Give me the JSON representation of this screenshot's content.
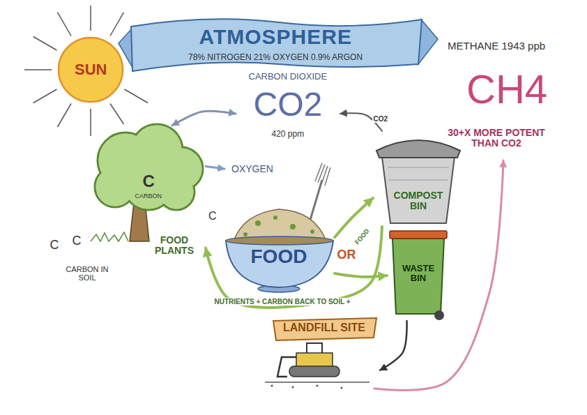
{
  "diagram": {
    "nodes": [
      {
        "text": [
          "SUN"
        ]
      },
      {
        "text": [
          "ATMOSPHERE",
          "78% NITROGEN 21% OXYGEN 0.9% ARGON"
        ]
      },
      {
        "text": [
          "CARBON DIOXIDE",
          "CO2",
          "420 ppm"
        ]
      },
      {
        "text": [
          "METHANE 1943 ppb",
          "CH4",
          "30+X MORE POTENT THAN CO2"
        ]
      },
      {
        "text": [
          "OXYGEN"
        ]
      },
      {
        "text": [
          "C",
          "CARBON",
          "FOOD PLANTS"
        ]
      },
      {
        "text": [
          "FOOD"
        ]
      },
      {
        "text": [
          "COMPOST BIN"
        ]
      },
      {
        "text": [
          "WASTE BIN"
        ]
      },
      {
        "text": [
          "LANDFILL SITE"
        ]
      }
    ],
    "edges": [
      {
        "from": 2,
        "to": 5,
        "arrow": "both"
      },
      {
        "from": 5,
        "to": 4,
        "arrow": "to"
      },
      {
        "from": 7,
        "to": 2,
        "label": "CO2",
        "arrow": "to"
      },
      {
        "from": 6,
        "to": 7,
        "arrow": "to"
      },
      {
        "from": 6,
        "to": 8,
        "arrow": "to"
      },
      {
        "from": 7,
        "to": 5,
        "label": "NUTRIENTS + CARBON BACK TO SOIL +",
        "arrow": "to"
      },
      {
        "from": 8,
        "to": 9,
        "arrow": "to"
      },
      {
        "from": 9,
        "to": 3,
        "arrow": "to"
      }
    ],
    "labels": [
      "C",
      "C",
      "CARBON IN SOIL",
      "C",
      "OR",
      "FOOD"
    ]
  }
}
